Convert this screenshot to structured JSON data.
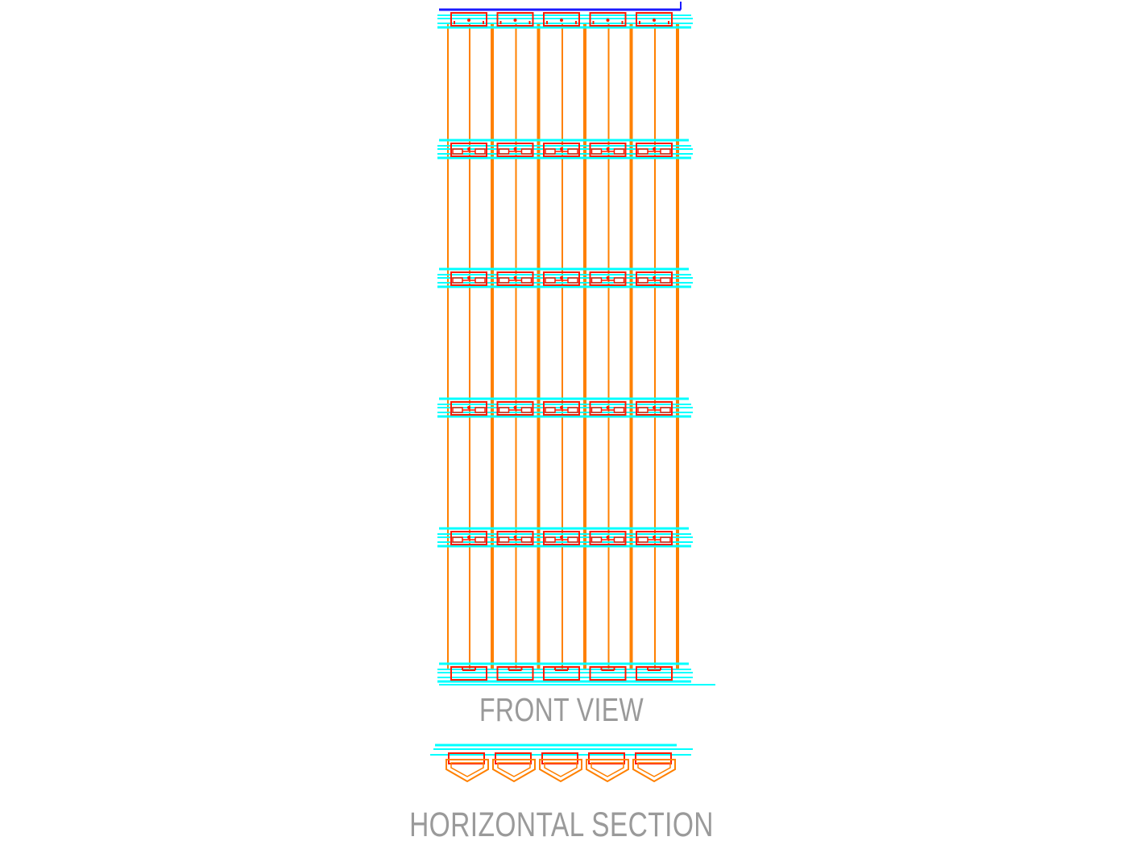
{
  "labels": {
    "front_view": "FRONT VIEW",
    "horizontal_section": "HORIZONTAL SECTION"
  },
  "colors": {
    "background": "#ffffff",
    "rail": "#00ffff",
    "post": "#ff8000",
    "bracket": "#ff1a00",
    "top_edge": "#1a1aff",
    "label": "#9a9a9a"
  },
  "front_view": {
    "module_columns": 5,
    "tiers": 6
  },
  "horizontal_section": {
    "modules": 5
  }
}
